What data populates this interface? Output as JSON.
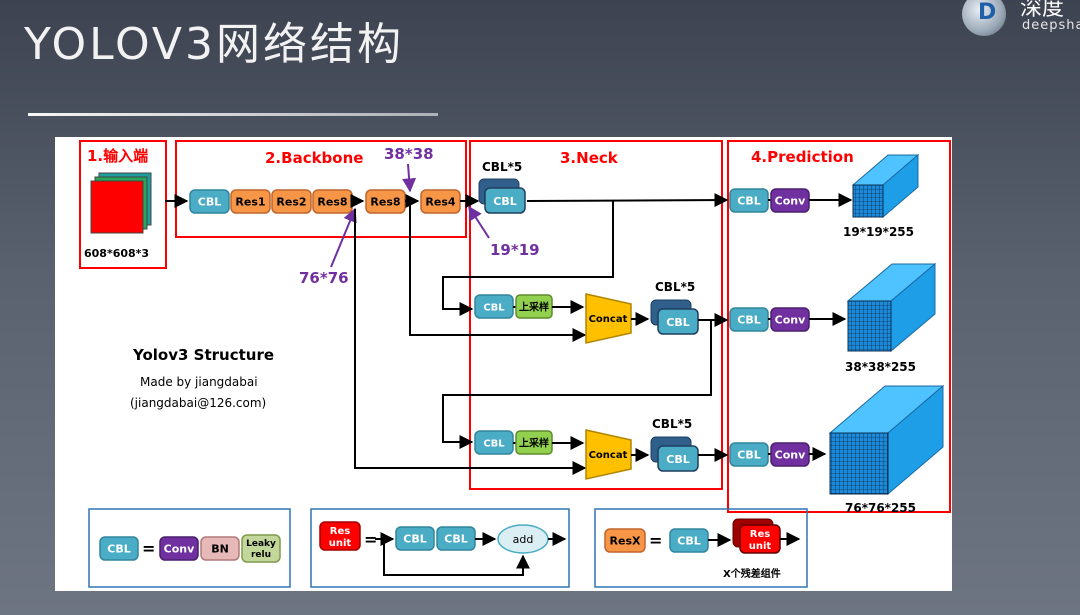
{
  "slide": {
    "title": "YOLOV3网络结构"
  },
  "brand": {
    "cn": "深度",
    "en": "deepsha",
    "logo_letter": "D"
  },
  "diagram": {
    "sections": {
      "input": "1.输入端",
      "backbone": "2.Backbone",
      "neck": "3.Neck",
      "prediction": "4.Prediction"
    },
    "input_size": "608*608*3",
    "blocks": {
      "cbl": "CBL",
      "res1": "Res1",
      "res2": "Res2",
      "res8a": "Res8",
      "res8b": "Res8",
      "res4": "Res4",
      "conv": "Conv",
      "upsample": "上采样",
      "concat": "Concat",
      "cbl5": "CBL*5"
    },
    "feature_sizes": {
      "s38": "38*38",
      "s19": "19*19",
      "s76": "76*76"
    },
    "outputs": [
      "19*19*255",
      "38*38*255",
      "76*76*255"
    ],
    "credits": {
      "title": "Yolov3 Structure",
      "author": "Made by jiangdabai",
      "email": "(jiangdabai@126.com)"
    },
    "legend": {
      "cbl": "CBL",
      "equals": "=",
      "conv": "Conv",
      "bn": "BN",
      "leaky_line1": "Leaky",
      "leaky_line2": "relu",
      "resunit_line1": "Res",
      "resunit_line2": "unit",
      "add": "add",
      "resx": "ResX",
      "resx_caption": "X个残差组件"
    },
    "colors": {
      "cbl": "#4bacc6",
      "res": "#f79646",
      "conv": "#7030a0",
      "upsample": "#92d050",
      "concat": "#ffc000",
      "section_border": "#ff0000",
      "size_label": "#7030a0",
      "legend_border": "#2e75b6",
      "resunit": "#ff0000",
      "bn": "#e6b8b7",
      "leaky": "#c4d79b"
    }
  }
}
